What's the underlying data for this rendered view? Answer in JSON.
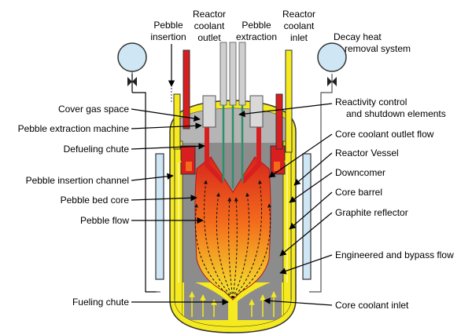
{
  "colors": {
    "vessel_yellow": "#f5ea1f",
    "outline": "#333333",
    "reflector_gray": "#8c8c8c",
    "gas_gray": "#b5b5b5",
    "red": "#d81e1e",
    "core_top": "#d6261c",
    "core_mid": "#f36a1c",
    "core_bottom": "#f6ec2e",
    "sphere_blue": "#cfe6f5",
    "rod_green": "#2f8f6b",
    "pipe_light": "#cfcfcf"
  },
  "labels": {
    "top": {
      "pebble_insertion": [
        "Pebble",
        "insertion"
      ],
      "reactor_coolant_outlet": [
        "Reactor",
        "coolant",
        "outlet"
      ],
      "pebble_extraction": [
        "Pebble",
        "extraction"
      ],
      "reactor_coolant_inlet": [
        "Reactor",
        "coolant",
        "inlet"
      ],
      "decay_heat": [
        "Decay heat",
        "removal system"
      ]
    },
    "left": {
      "cover_gas": "Cover gas space",
      "extraction_machine": "Pebble extraction machine",
      "defueling_chute": "Defueling chute",
      "insertion_channel": "Pebble insertion channel",
      "bed_core": "Pebble bed core",
      "pebble_flow": "Pebble flow",
      "fueling_chute": "Fueling chute"
    },
    "right": {
      "reactivity": [
        "Reactivity control",
        "and shutdown elements"
      ],
      "core_outlet_flow": "Core coolant outlet flow",
      "reactor_vessel": "Reactor Vessel",
      "downcomer": "Downcomer",
      "core_barrel": "Core barrel",
      "graphite_reflector": "Graphite reflector",
      "engineered_bypass": "Engineered and bypass flow",
      "core_inlet": "Core coolant inlet"
    }
  }
}
